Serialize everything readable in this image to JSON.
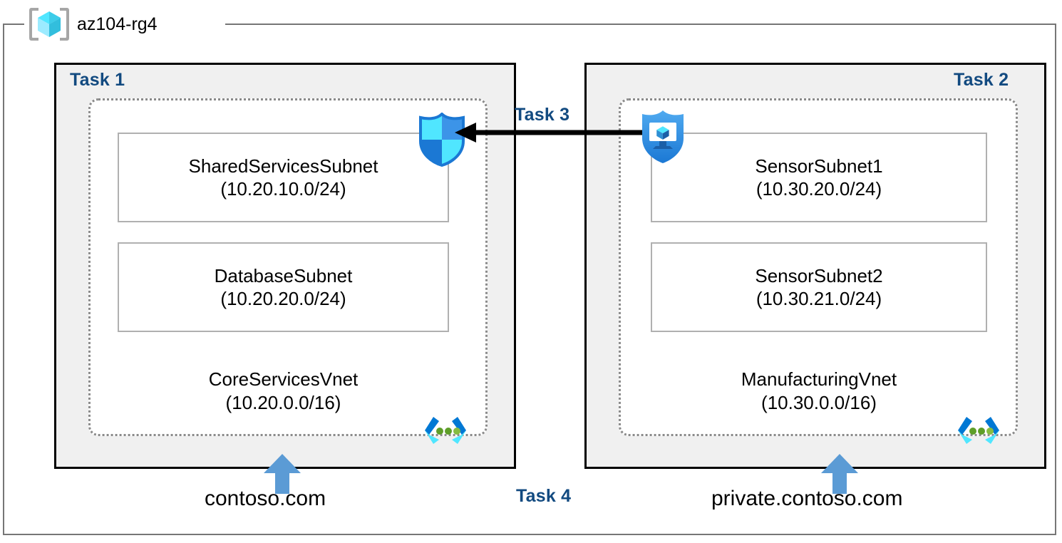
{
  "resource_group": {
    "name": "az104-rg4",
    "icon": "azure-resource-group-icon"
  },
  "panels": [
    {
      "task_label": "Task 1",
      "vnet": {
        "name": "CoreServicesVnet",
        "cidr": "(10.20.0.0/16)",
        "icon": "virtual-network-icon",
        "subnets": [
          {
            "name": "SharedServicesSubnet",
            "cidr": "(10.20.10.0/24)"
          },
          {
            "name": "DatabaseSubnet",
            "cidr": "(10.20.20.0/24)"
          }
        ]
      },
      "dns_zone": "contoso.com"
    },
    {
      "task_label": "Task 2",
      "vnet": {
        "name": "ManufacturingVnet",
        "cidr": "(10.30.0.0/16)",
        "icon": "virtual-network-icon",
        "subnets": [
          {
            "name": "SensorSubnet1",
            "cidr": "(10.30.20.0/24)"
          },
          {
            "name": "SensorSubnet2",
            "cidr": "(10.30.21.0/24)"
          }
        ]
      },
      "dns_zone": "private.contoso.com"
    }
  ],
  "connections": {
    "peering": {
      "task_label": "Task 3",
      "direction": "right-to-left",
      "icon_source": "azure-firewall-icon",
      "icon_target": "network-security-group-shield-icon"
    },
    "dns": {
      "task_label": "Task 4"
    }
  },
  "colors": {
    "task_label": "#124A80",
    "panel_background": "#F0F0F0",
    "panel_border": "#000000",
    "vnet_border": "#8A8A8A",
    "subnet_border": "#B0B0B0",
    "rg_frame": "#767676",
    "arrow_blue": "#5B9BD5",
    "arrow_black": "#000000",
    "azure_blue": "#0078D4",
    "azure_cyan": "#50E6FF",
    "dot_green": "#5E9E28"
  }
}
